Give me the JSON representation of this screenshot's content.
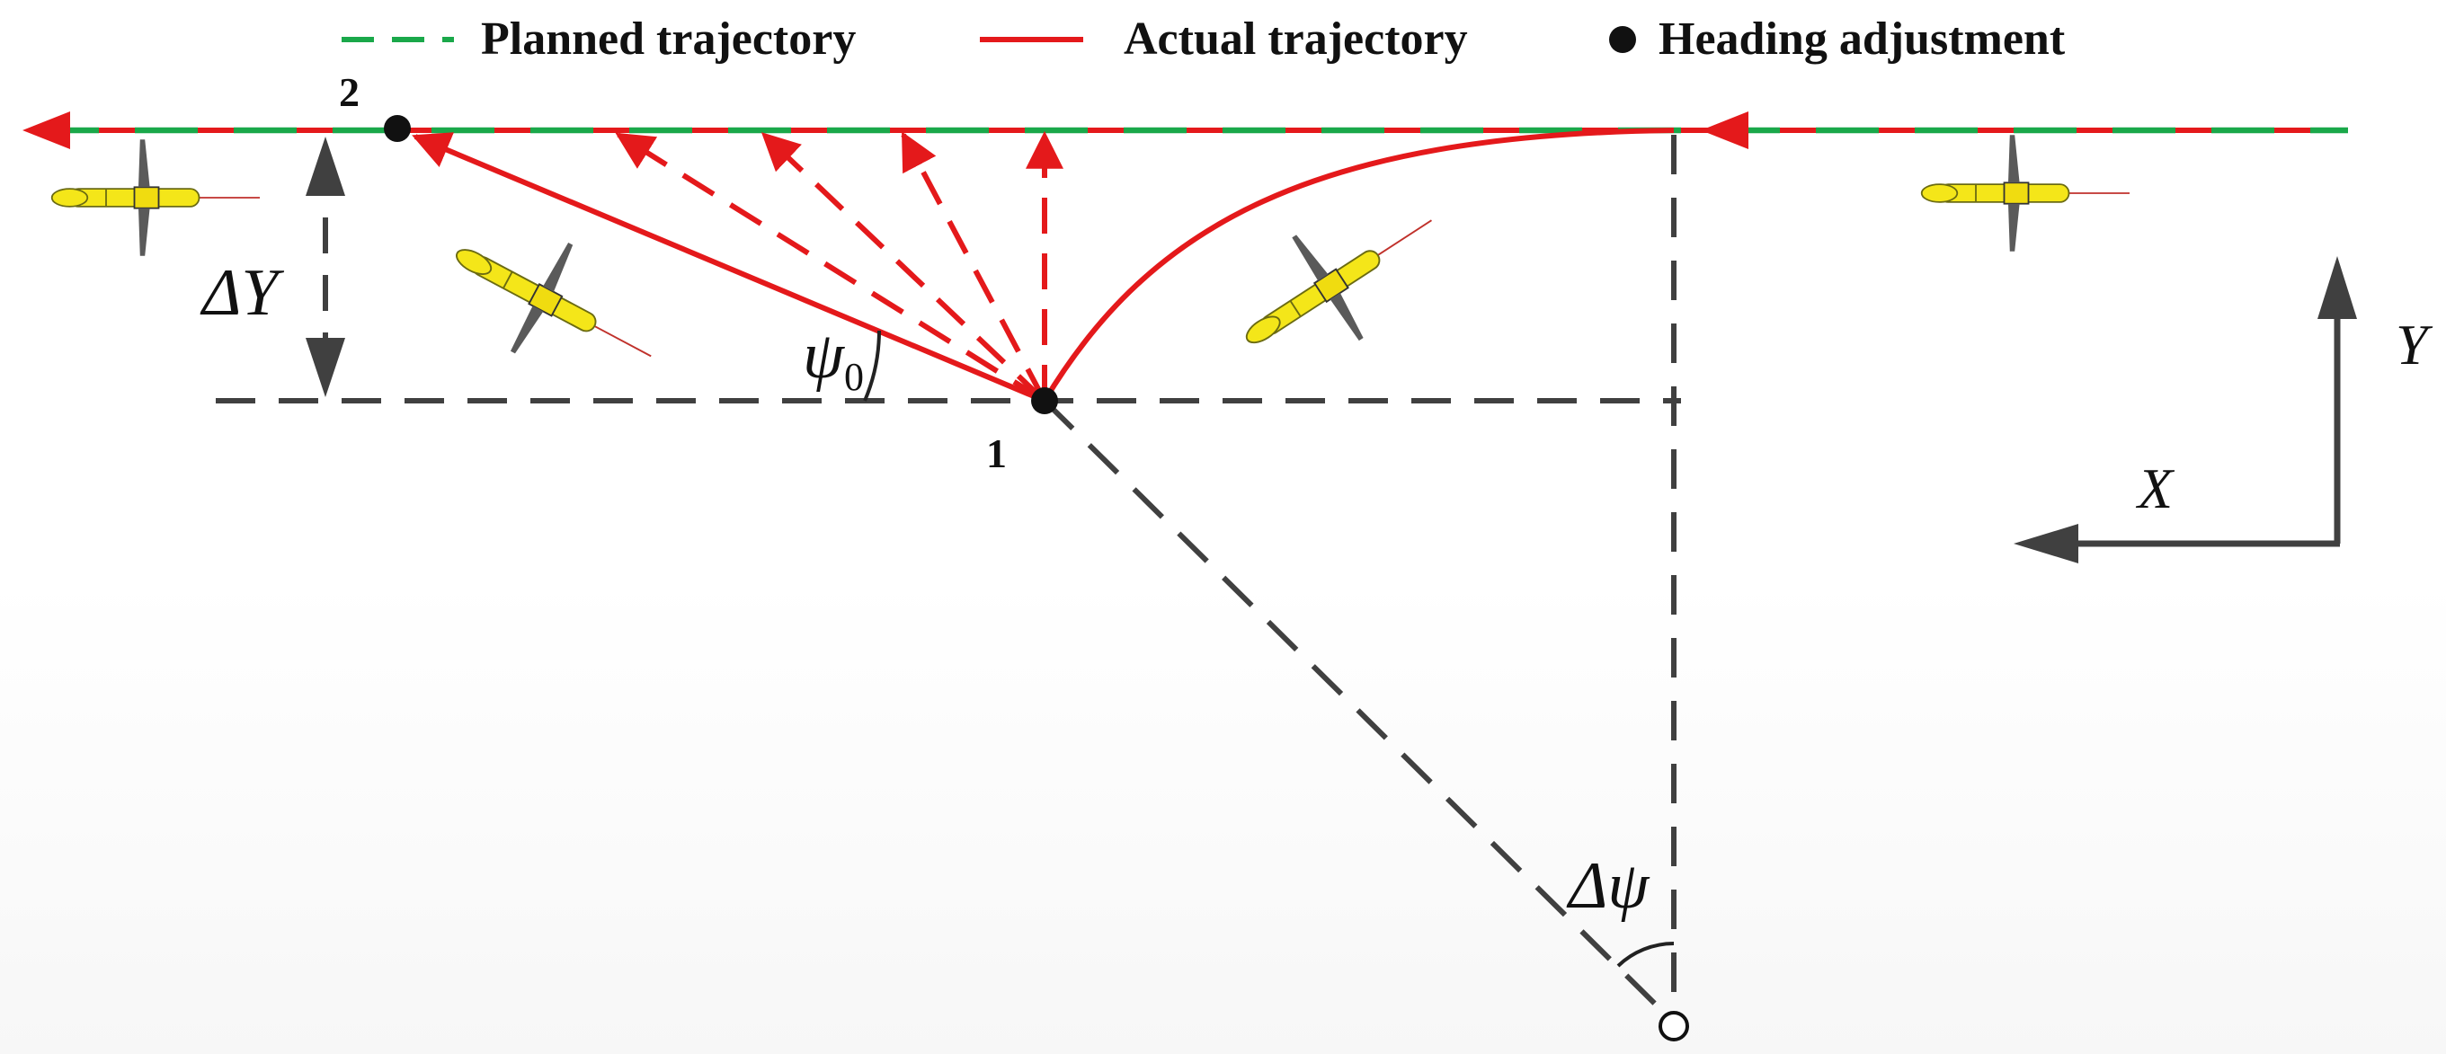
{
  "legend": {
    "planned_label": "Planned trajectory",
    "actual_label": "Actual trajectory",
    "heading_label": "Heading adjustment"
  },
  "points": {
    "point_1": "1",
    "point_2": "2"
  },
  "symbols": {
    "delta_y": "ΔY",
    "psi_base": "ψ",
    "psi_sub": "0",
    "delta_psi": "Δψ",
    "axis_x": "X",
    "axis_y": "Y"
  },
  "colors": {
    "planned": "#1aa84a",
    "actual": "#e4191b",
    "guide": "#404040",
    "vehicle_body": "#f4e619",
    "vehicle_wing": "#5a5a5a"
  },
  "icons": {
    "heading_marker": "filled-black-dot",
    "center_marker": "hollow-circle",
    "vehicle": "underwater-glider-icon"
  }
}
